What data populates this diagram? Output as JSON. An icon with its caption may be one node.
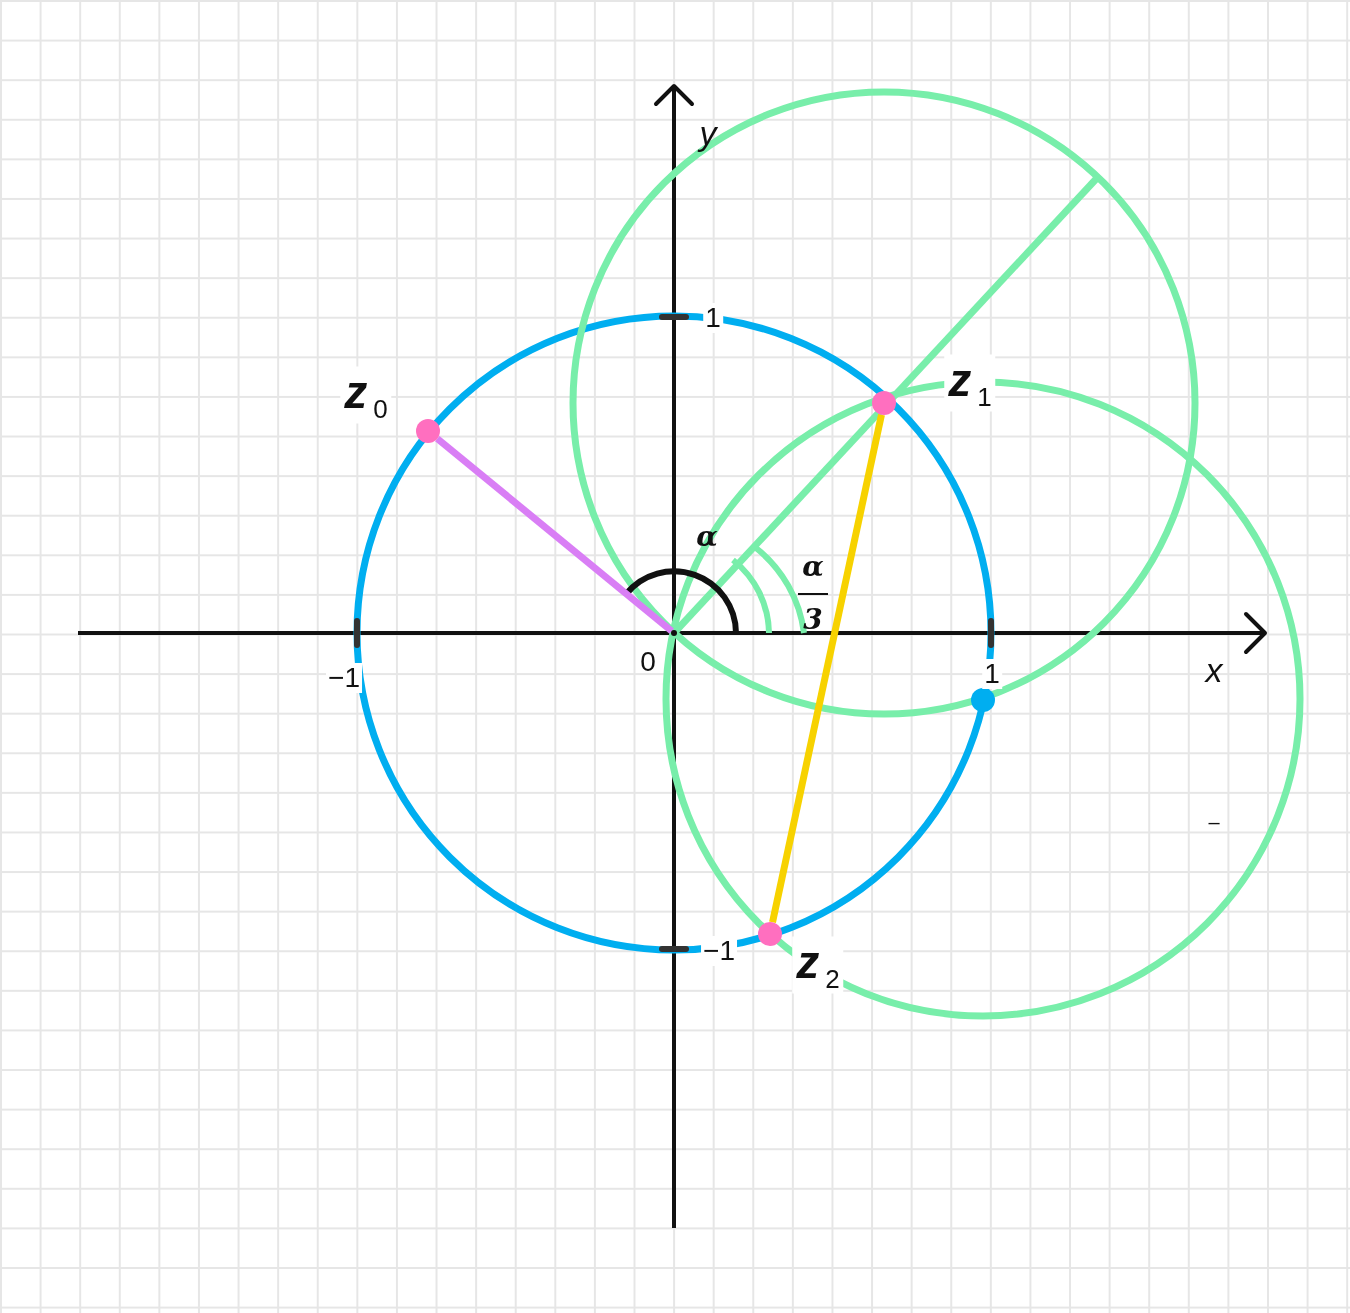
{
  "diagram": {
    "nodes": [
      {
        "text": [],
        "shape": "circle",
        "beside": [
          "z$_{0}$"
        ]
      },
      {
        "text": [],
        "shape": "circle",
        "beside": [
          "z$_{1}$"
        ]
      },
      {
        "text": [],
        "shape": "circle",
        "beside": [
          "z$_{2}$"
        ]
      },
      {
        "text": [],
        "shape": "circle"
      },
      {
        "text": [],
        "shape": "point"
      }
    ],
    "edges": [
      {
        "from": 4,
        "to": 0,
        "arrow": "none",
        "color": "#d97ef5"
      },
      {
        "from": 1,
        "to": 2,
        "arrow": "none",
        "color": "#f7d200"
      }
    ],
    "labels": [
      "y",
      "1",
      "α",
      "α",
      "3",
      "−1",
      "0",
      "1",
      "x",
      "−1",
      "–"
    ]
  }
}
